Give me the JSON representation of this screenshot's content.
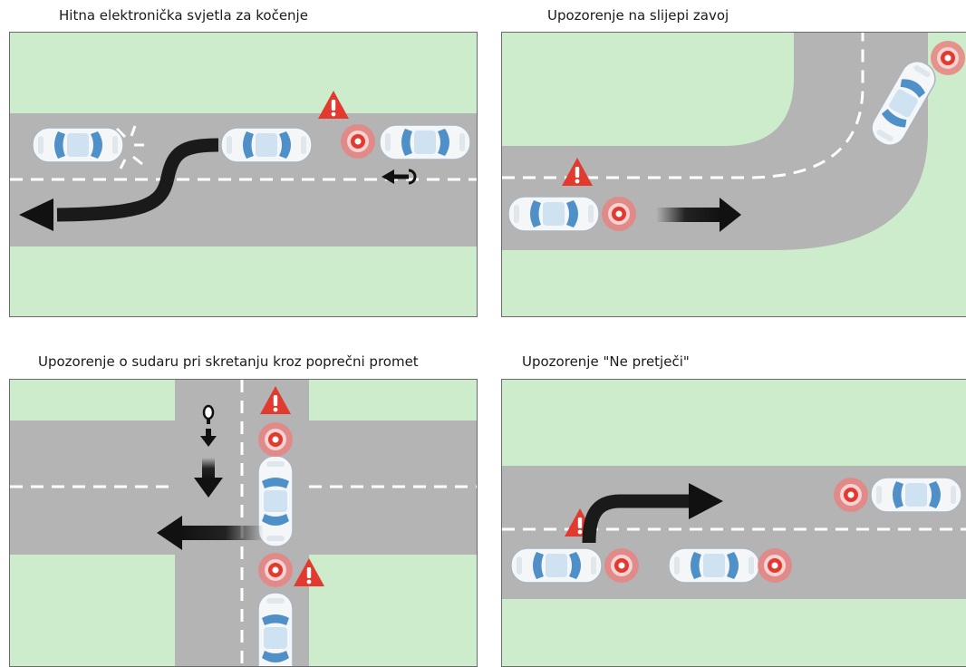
{
  "panels": [
    {
      "title": "Hitna elektronička svjetla za kočenje"
    },
    {
      "title": "Upozorenje na slijepi zavoj"
    },
    {
      "title": "Upozorenje o sudaru pri skretanju kroz poprečni promet"
    },
    {
      "title": "Upozorenje \"Ne pretječi\""
    }
  ],
  "colors": {
    "grass": "#cdeccb",
    "road": "#b4b4b4",
    "lane_marking": "#ffffff",
    "warning": "#e23a2e",
    "car_body": "#f4f6f8",
    "car_glass": "#4f90c8",
    "arrow": "#111111"
  },
  "icons": [
    "warning-triangle-icon",
    "alert-target-icon",
    "car-icon",
    "arrow-icon"
  ]
}
